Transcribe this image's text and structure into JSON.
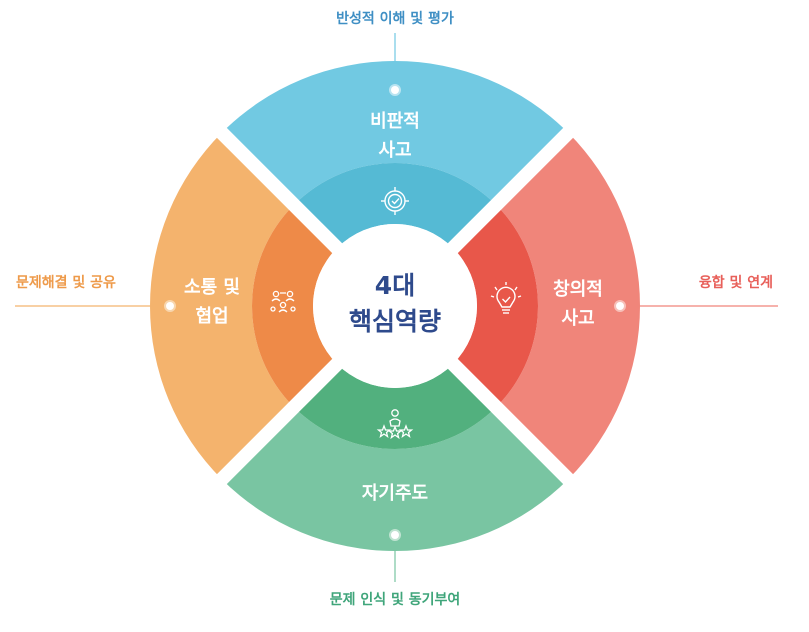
{
  "center": {
    "line1": "4대",
    "line2": "핵심역량"
  },
  "segments": {
    "top": {
      "line1": "비판적",
      "line2": "사고",
      "outer_label": "반성적 이해 및 평가",
      "colors": {
        "outer": "#71C9E2",
        "inner": "#55BAD4",
        "label": "#3F8FC4"
      },
      "icon": "target-check-icon"
    },
    "right": {
      "line1": "창의적",
      "line2": "사고",
      "outer_label": "융합 및 연계",
      "colors": {
        "outer": "#F0857A",
        "inner": "#E8574A",
        "label": "#E8605A"
      },
      "icon": "lightbulb-icon"
    },
    "bottom": {
      "line1": "자기주도",
      "outer_label": "문제 인식 및 동기부여",
      "colors": {
        "outer": "#79C5A2",
        "inner": "#52B07E",
        "label": "#3FA57A"
      },
      "icon": "person-stars-icon"
    },
    "left": {
      "line1": "소통 및",
      "line2": "협업",
      "outer_label": "문제해결 및 공유",
      "colors": {
        "outer": "#F4B36D",
        "inner": "#EE8A48",
        "label": "#EE9A4A"
      },
      "icon": "team-icon"
    }
  },
  "center_text_color": "#2E4A8C"
}
